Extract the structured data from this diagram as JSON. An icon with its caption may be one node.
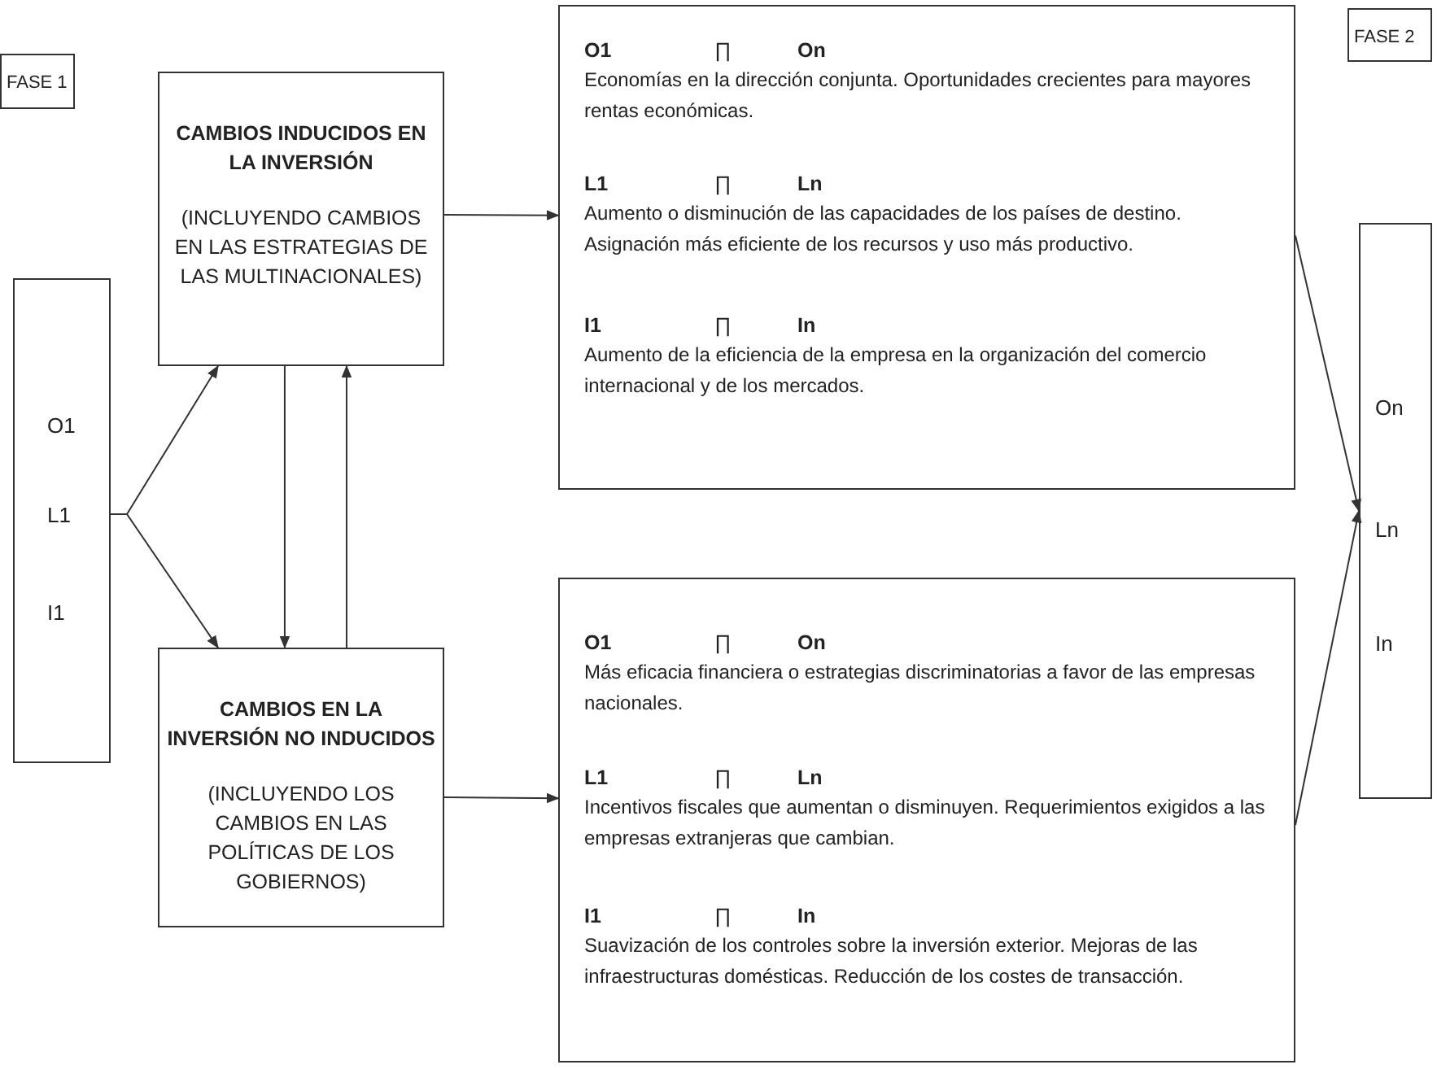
{
  "diagram": {
    "nodes": [
      {
        "text": [
          "FASE 1"
        ]
      },
      {
        "text": [
          "O1",
          "L1",
          "I1"
        ]
      },
      {
        "text": [
          "CAMBIOS INDUCIDOS EN LA INVERSIÓN",
          "(INCLUYENDO CAMBIOS EN LAS ESTRATEGIAS DE LAS MULTINACIONALES)"
        ]
      },
      {
        "text": [
          "O1",
          "∏",
          "On",
          "Economías en la dirección conjunta. Oportunidades crecientes para mayores rentas económicas.",
          "L1",
          "∏",
          "Ln",
          "Aumento o disminución de las capacidades de los países de destino. Asignación más eficiente de los recursos y uso más productivo.",
          "I1",
          "∏",
          "In",
          "Aumento de la eficiencia de la empresa en la organización del comercio internacional y de los mercados."
        ]
      },
      {
        "text": [
          "CAMBIOS EN LA INVERSIÓN NO INDUCIDOS",
          "(INCLUYENDO LOS CAMBIOS EN LAS POLÍTICAS DE LOS GOBIERNOS)"
        ]
      },
      {
        "text": [
          "O1",
          "∏",
          "On",
          "Más eficacia financiera o estrategias discriminatorias a favor de las empresas nacionales.",
          "L1",
          "∏",
          "Ln",
          "Incentivos fiscales que aumentan o disminuyen. Requerimientos exigidos a las empresas extranjeras que cambian.",
          "I1",
          "∏",
          "In",
          "Suavización de los controles sobre la inversión exterior. Mejoras de las infraestructuras domésticas. Reducción de los costes de transacción."
        ]
      },
      {
        "text": [
          "FASE 2"
        ]
      },
      {
        "text": [
          "On",
          "Ln",
          "In"
        ]
      }
    ],
    "edges": [
      {
        "from": 1,
        "to": 2,
        "arrow": "to"
      },
      {
        "from": 1,
        "to": 4,
        "arrow": "to"
      },
      {
        "from": 2,
        "to": 3,
        "arrow": "to"
      },
      {
        "from": 2,
        "to": 4,
        "arrow": "to"
      },
      {
        "from": 4,
        "to": 2,
        "arrow": "to"
      },
      {
        "from": 4,
        "to": 5,
        "arrow": "to"
      },
      {
        "from": 3,
        "to": 7,
        "arrow": "to"
      },
      {
        "from": 5,
        "to": 7,
        "arrow": "to"
      }
    ]
  }
}
